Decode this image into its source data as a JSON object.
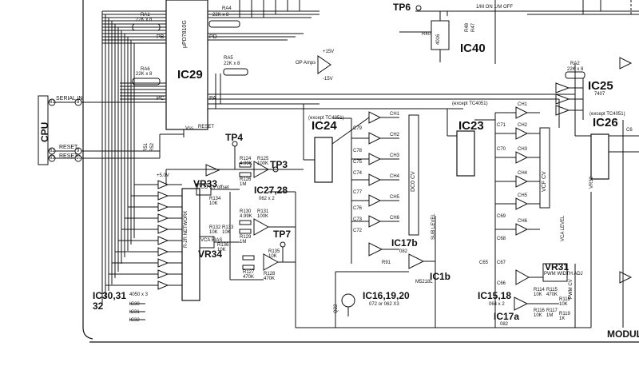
{
  "ic": {
    "ic29": "IC29",
    "ic24": "IC24",
    "ic23": "IC23",
    "ic26": "IC26",
    "ic25": "IC25",
    "ic40": "IC40",
    "ic17b": "IC17b",
    "ic1b": "IC1b",
    "ic16": "IC16,19,20",
    "ic15": "IC15,18",
    "ic17a": "IC17a",
    "ic27": "IC27,28",
    "ic30a": "IC30,31",
    "ic30b": "32"
  },
  "testpoints": {
    "tp4": "TP4",
    "tp3": "TP3",
    "tp7": "TP7",
    "tp6": "TP6"
  },
  "part_numbers": {
    "upd": "μPD7810G",
    "ic24_except": "(except TC4051)",
    "ic23_except": "(except TC4051)",
    "ic26_except": "(except TC4051)",
    "ic27_type": "062 x 2",
    "ic16_type": "072 or 062 X3",
    "ic15_type": "064 x 2",
    "ic17a_type": "082",
    "ic17b_type": "082",
    "ic1b_type": "M5218L",
    "ic25_type": "7407",
    "ic30_type": "4050 x 3",
    "ic40_type": "4016"
  },
  "connector": {
    "cpu": "CPU",
    "serial": "SERIAL IN",
    "reset1": "RESET",
    "reset2": "RESET",
    "pin61": "61",
    "pin62": "62",
    "pin63": "63",
    "pin8": "8",
    "pin9": "9",
    "pin10": "10"
  },
  "ports": {
    "pb": "PB",
    "pc": "PC",
    "pd": "PD",
    "pa": "PA",
    "vss": "Vss",
    "reset": "RESET"
  },
  "resistor_arrays": {
    "ra1": "RA1",
    "ra1v": "22K x 8",
    "ra4": "RA4",
    "ra4v": "22K x 8",
    "ra6": "RA6",
    "ra6v": "22K x 8",
    "ra2": "RA2",
    "ra2v": "22K x 8",
    "ra5": "RA5",
    "ra5v": "22K x 8"
  },
  "labels": {
    "dc0_cv": "DC0 CV",
    "vcf_cv": "VCF CV",
    "network": "R-2R NETWORK",
    "sub_level": "SUB LEVEL",
    "vca_level": "VCA LEVEL",
    "pwm_cv": "PWM CV",
    "vr33": "VR33",
    "vr34": "VR34",
    "vr31": "VR31",
    "dco_offset": "DCO CV offset",
    "vca_bias": "VCA BIAS",
    "vr31_box": "PWM WIDTH ADJ",
    "op_amps": "OP Amps",
    "plus15": "+15V",
    "minus15": "-15V",
    "plus5": "+5.0V",
    "sw_label": "1/M ON 1/M OFF",
    "module": "MODUL",
    "ic30_list": [
      "IC30",
      "IC31",
      "IC32"
    ],
    "ch24": [
      "CH1",
      "CH2",
      "CH3",
      "CH4",
      "CH5",
      "CH6"
    ],
    "ch23": [
      "CH1",
      "CH2",
      "CH3",
      "CH4",
      "CH5",
      "CH6"
    ],
    "res": [
      "R124",
      "4.99K",
      "R125",
      "100K",
      "R126",
      "1M",
      "R130",
      "4.99K",
      "R131",
      "100K",
      "R129",
      "1M",
      "R127",
      "470K",
      "R128",
      "470K",
      "R135",
      "10K",
      "R136",
      "10K",
      "R134",
      "10K",
      "R132",
      "10K",
      "R133",
      "10K",
      "R114",
      "10K",
      "R115",
      "470K",
      "R116",
      "10K",
      "R117",
      "1M",
      "R118",
      "10K",
      "R119",
      "1K"
    ],
    "caps24": [
      "C79",
      "C78",
      "C75",
      "C74",
      "C77",
      "C76",
      "C73",
      "C72"
    ],
    "caps23": [
      "C71",
      "C70",
      "C69",
      "C68",
      "C67",
      "C66"
    ],
    "misc": [
      "R48",
      "R47",
      "R40",
      "R91",
      "Q22",
      "C65",
      "VR32",
      "C6",
      "R51",
      "R52"
    ]
  }
}
